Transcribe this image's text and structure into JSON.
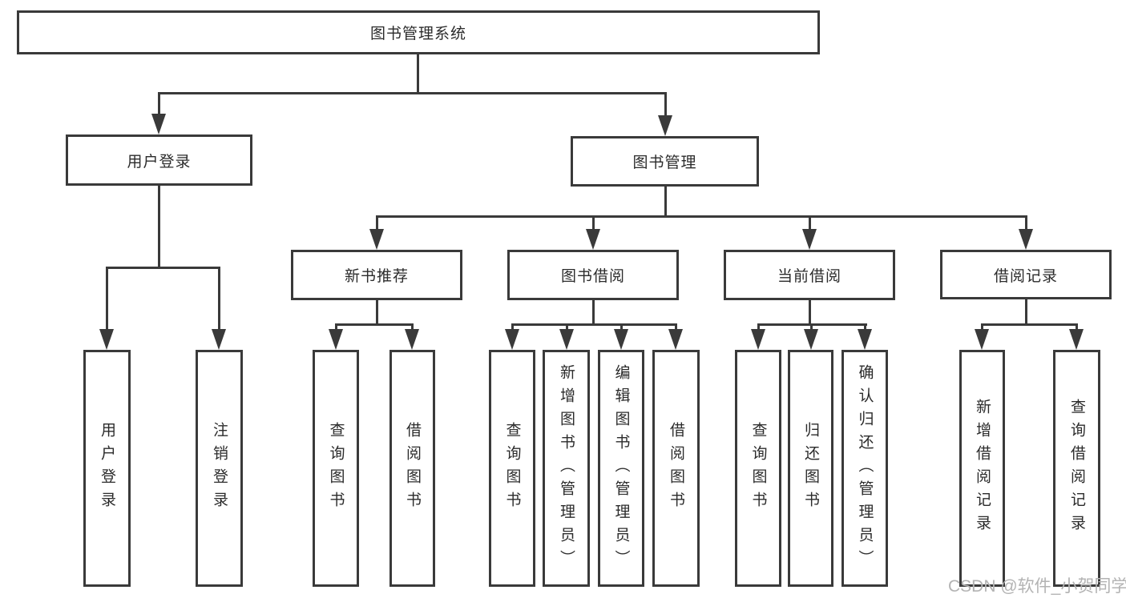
{
  "diagram": {
    "type": "hierarchy-tree",
    "root": {
      "label": "图书管理系统"
    },
    "children": [
      {
        "label": "用户登录",
        "children": [
          {
            "label": "用户登录"
          },
          {
            "label": "注销登录"
          }
        ]
      },
      {
        "label": "图书管理",
        "children": [
          {
            "label": "新书推荐",
            "children": [
              {
                "label": "查询图书"
              },
              {
                "label": "借阅图书"
              }
            ]
          },
          {
            "label": "图书借阅",
            "children": [
              {
                "label": "查询图书"
              },
              {
                "label": "新增图书（管理员）"
              },
              {
                "label": "编辑图书（管理员）"
              },
              {
                "label": "借阅图书"
              }
            ]
          },
          {
            "label": "当前借阅",
            "children": [
              {
                "label": "查询图书"
              },
              {
                "label": "归还图书"
              },
              {
                "label": "确认归还（管理员）"
              }
            ]
          },
          {
            "label": "借阅记录",
            "children": [
              {
                "label": "新增借阅记录"
              },
              {
                "label": "查询借阅记录"
              }
            ]
          }
        ]
      }
    ]
  },
  "watermark": "CSDN @软件_小贺同学",
  "colors": {
    "line": "#3a3a3a",
    "text": "#2b2b2b",
    "watermark": "#b3b3b3",
    "background": "#ffffff"
  }
}
